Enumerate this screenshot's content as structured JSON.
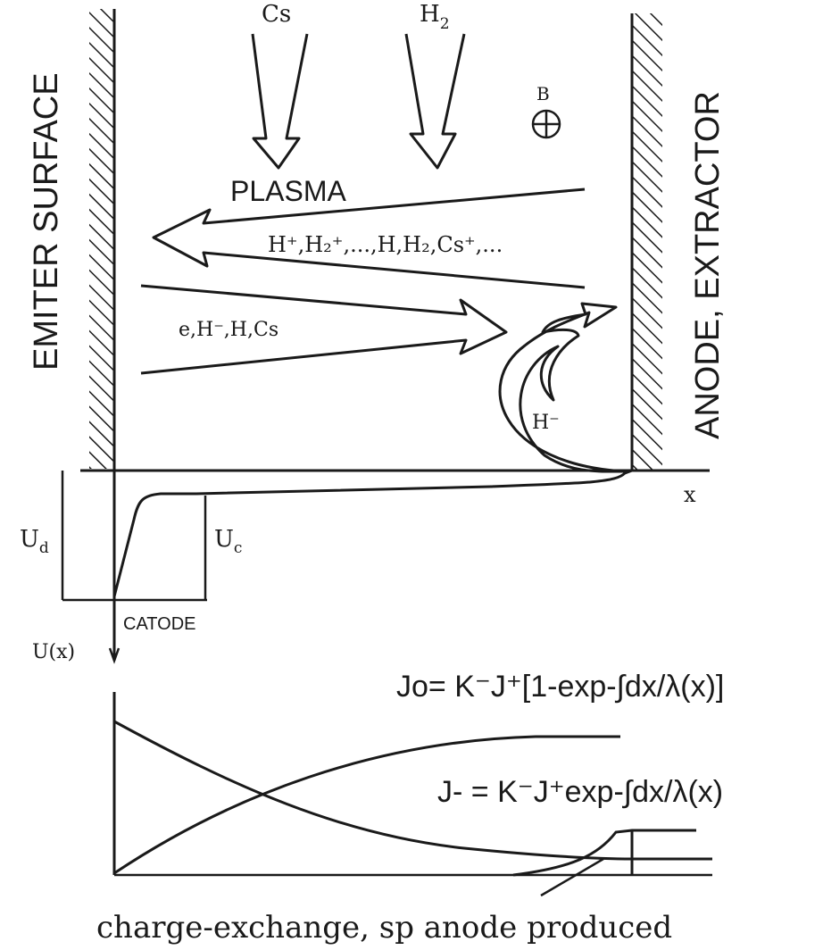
{
  "labels": {
    "emitter_surface": "EMITER SURFACE",
    "anode_extractor": "ANODE, EXTRACTOR",
    "cs": "Cs",
    "h2": "H",
    "h2_sub": "2",
    "b_field": "B",
    "plasma": "PLASMA",
    "ions_flow": "H⁺,H₂⁺,...,H,H₂,Cs⁺,...",
    "electrons_flow": "e,H⁻,H,Cs",
    "h_minus": "H⁻",
    "x_axis": "x",
    "ud": "U",
    "ud_sub": "d",
    "uc": "U",
    "uc_sub": "c",
    "cathode": "CATODE",
    "ux": "U(x)",
    "jo_formula": "Jo= K⁻J⁺[1-exp-∫dx/λ(x)]",
    "jminus_formula": "J- = K⁻J⁺exp-∫dx/λ(x)",
    "caption": "charge-exchange, sp anode produced"
  },
  "colors": {
    "ink": "#1a1a1a",
    "background": "#ffffff"
  }
}
